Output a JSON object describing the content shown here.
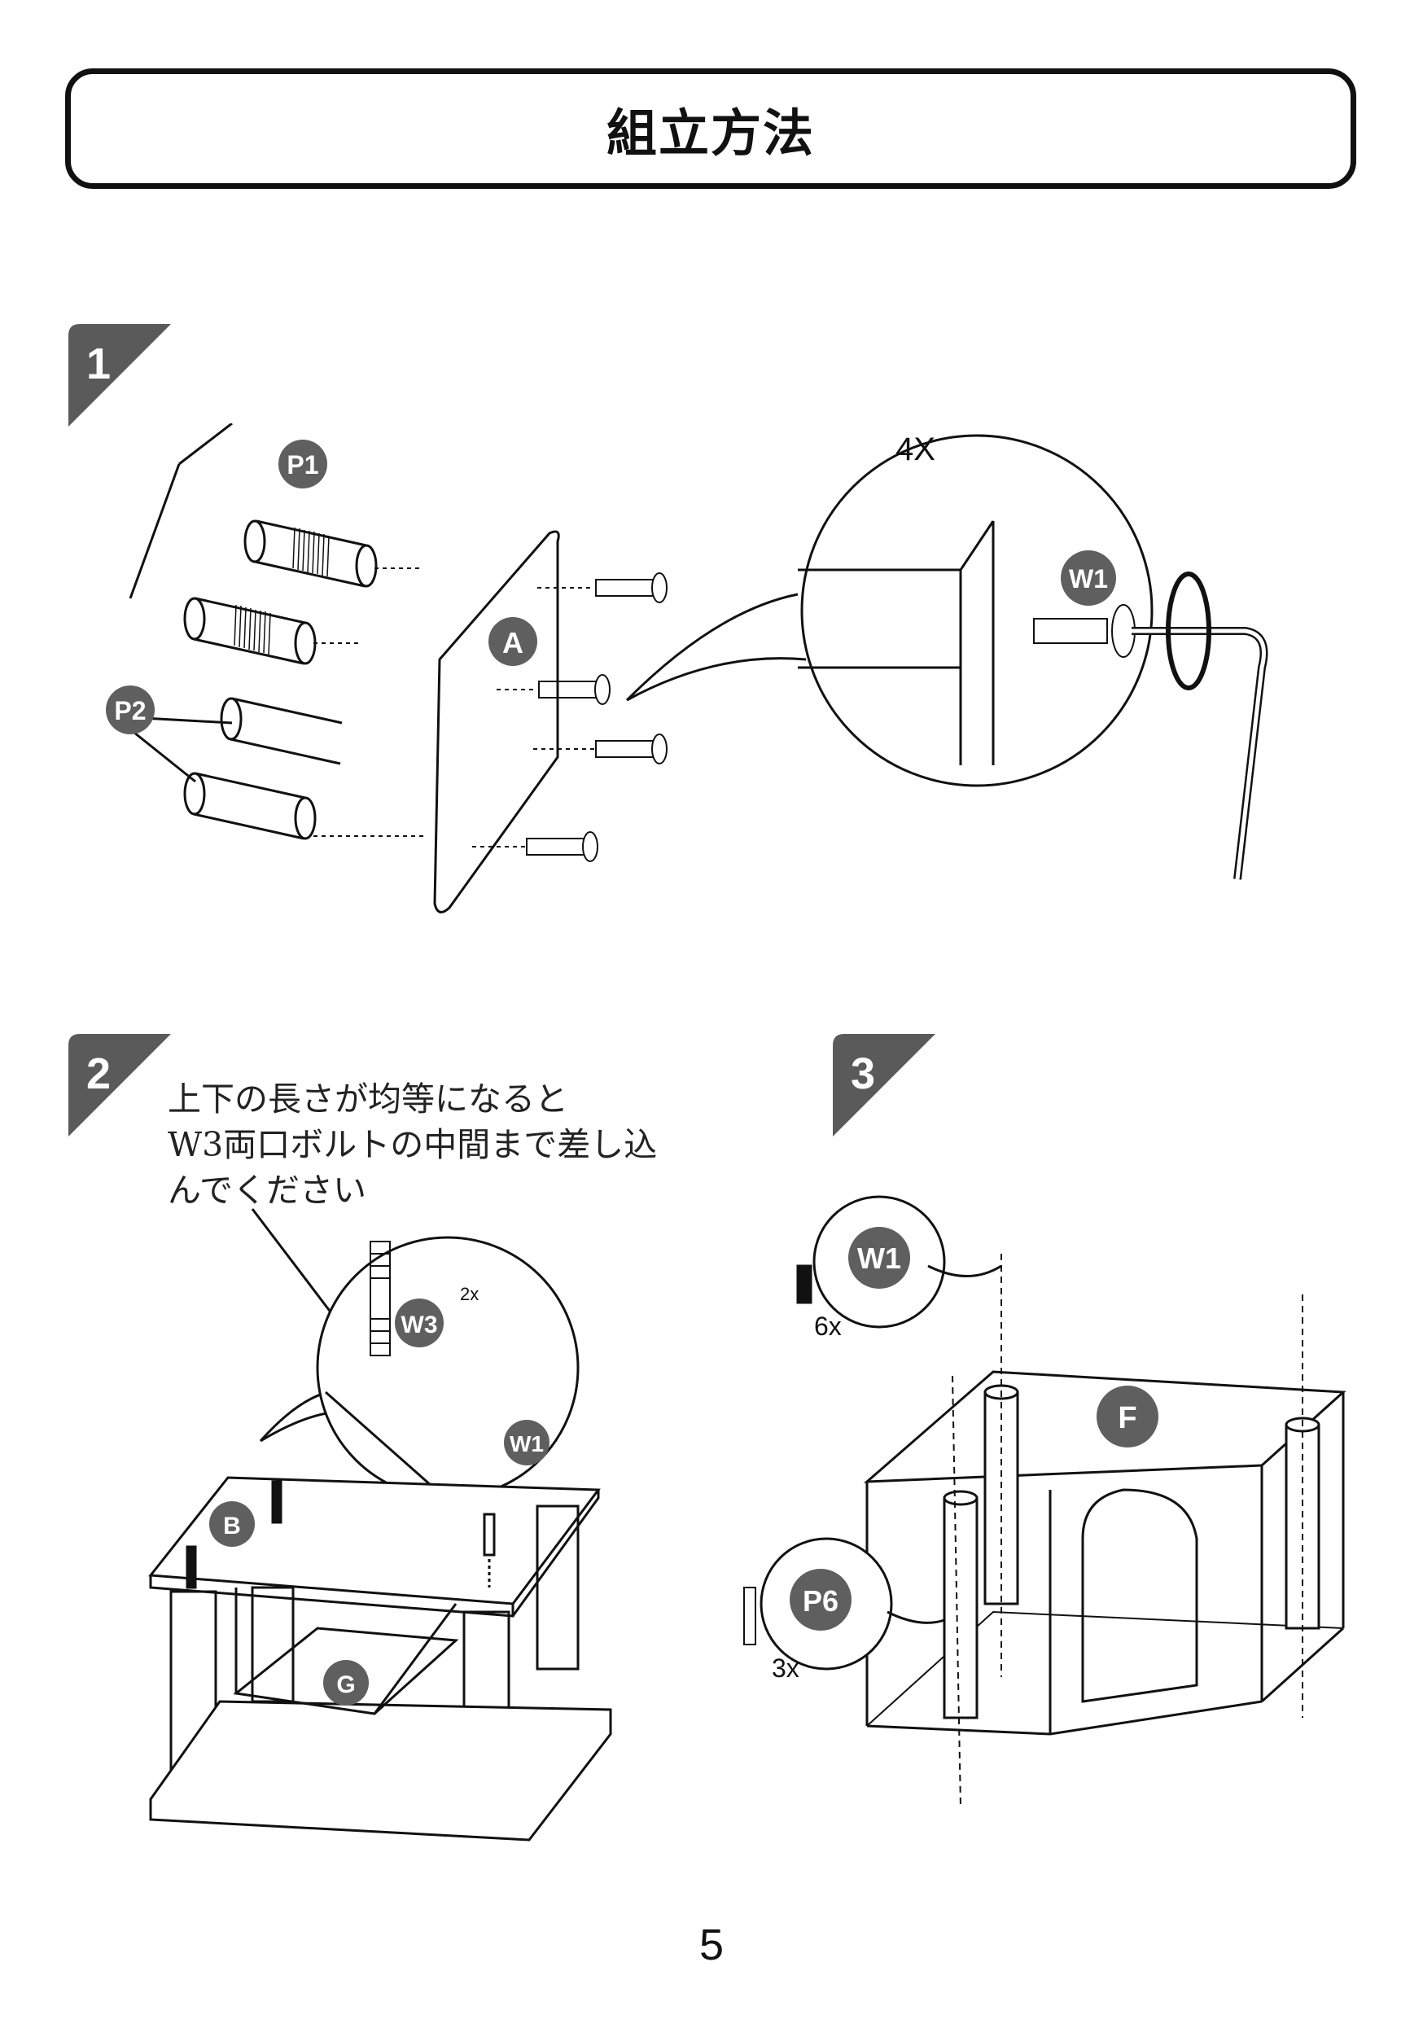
{
  "header": {
    "title": "組立方法"
  },
  "steps": [
    {
      "number": "1",
      "parts": {
        "p1": "P1",
        "p2": "P2",
        "a": "A",
        "w1": "W1"
      },
      "quantity": "4X"
    },
    {
      "number": "2",
      "instruction": [
        "上下の長さが均等になると",
        "W3両口ボルトの中間まで差し込",
        "んでください"
      ],
      "parts": {
        "w3": "W3",
        "w3_qty": "2x",
        "w1": "W1",
        "b": "B",
        "g": "G"
      }
    },
    {
      "number": "3",
      "parts": {
        "w1": "W1",
        "w1_qty": "6x",
        "f": "F",
        "p6": "P6",
        "p6_qty": "3x"
      }
    }
  ],
  "footer": {
    "page_number": "5"
  },
  "colors": {
    "ink": "#111111",
    "badge": "#5a5a5a",
    "label_fill": "#5f5f5f"
  }
}
